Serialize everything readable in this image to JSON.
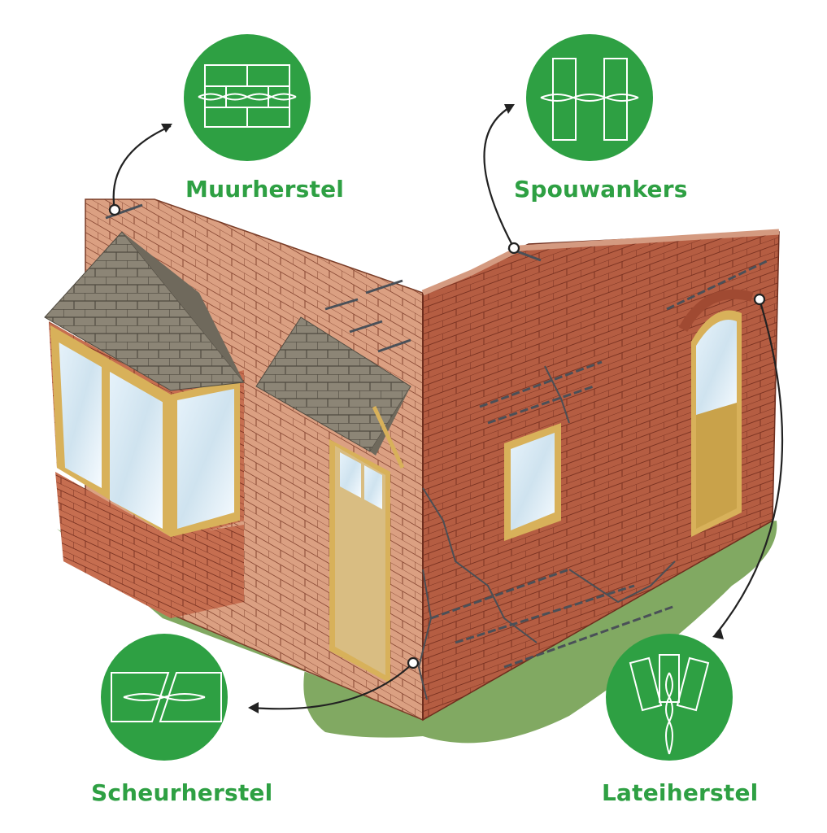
{
  "labels": {
    "muurherstel": "Muurherstel",
    "spouwankers": "Spouwankers",
    "scheurherstel": "Scheurherstel",
    "lateiherstel": "Lateiherstel"
  },
  "colors": {
    "badge_green": "#2ea043",
    "label_green": "#2ea043",
    "brick_left": "#d79878",
    "brick_right": "#b35a3f",
    "mortar": "#8a3f2a",
    "roof": "#8b8474",
    "window_frame": "#d8b15a",
    "door": "#d8b87a",
    "grass": "#7aa45a"
  }
}
